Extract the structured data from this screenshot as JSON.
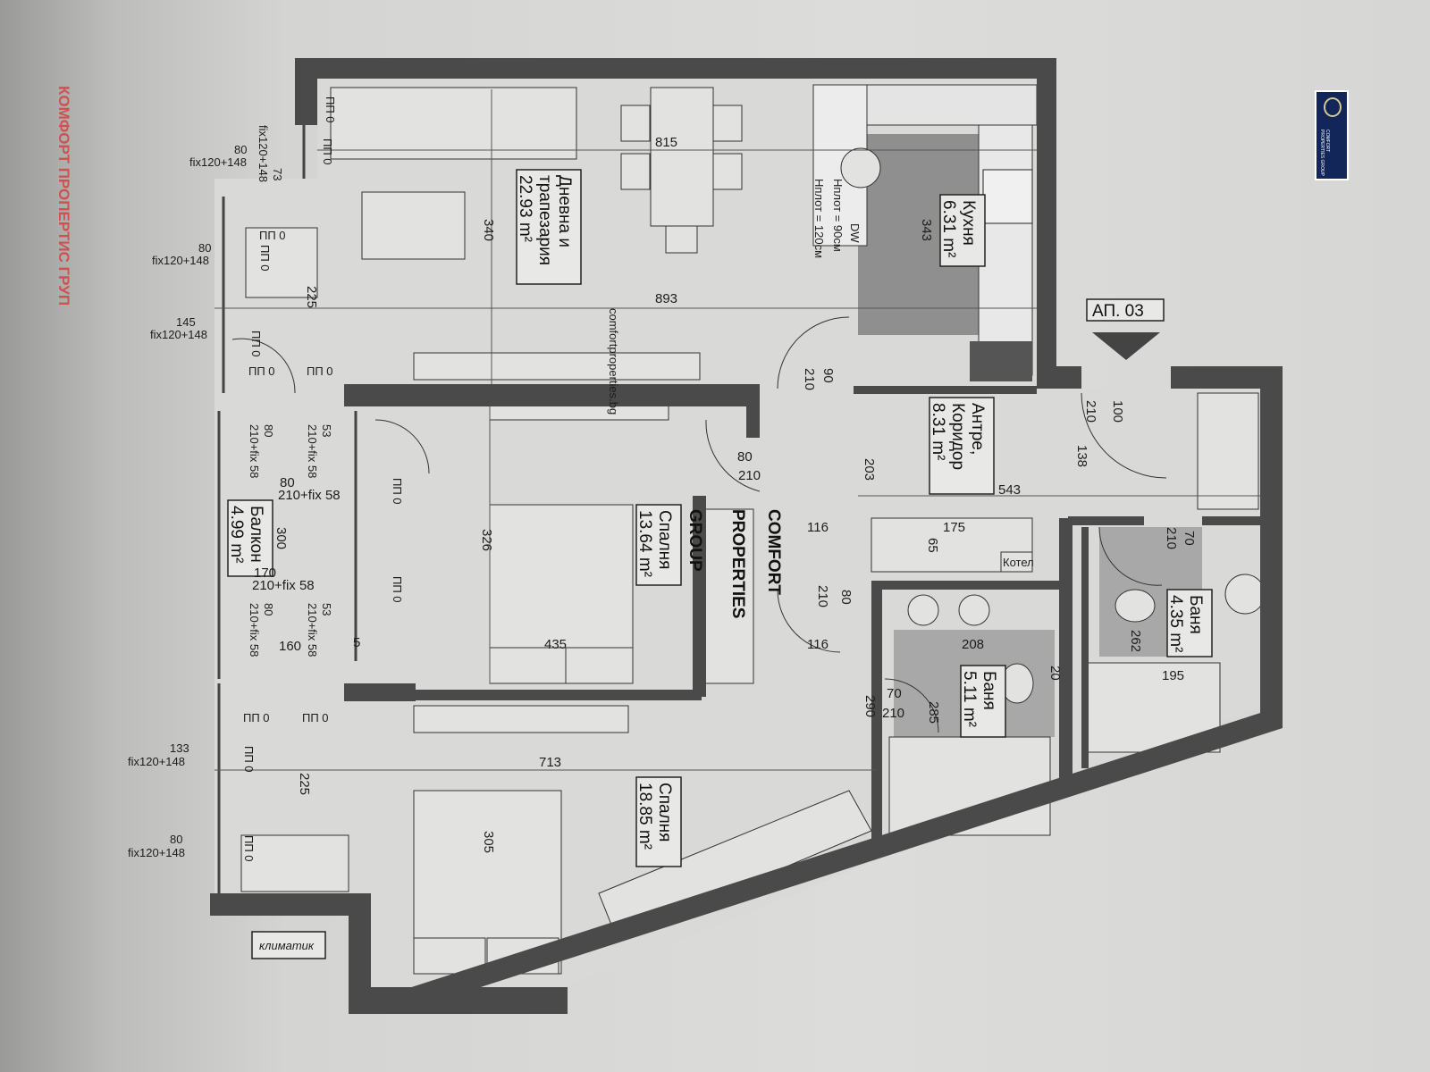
{
  "watermark_side": "КОМФОРТ ПРОПЕРТИС ГРУП",
  "watermark_center": [
    "COMFORT",
    "PROPERTIES",
    "GROUP",
    "comfortproperties.bg"
  ],
  "logo": {
    "text": "COMFORT PROPERTIES GROUP",
    "color": "#13265a"
  },
  "apartment_label": "АП. 03",
  "rooms": [
    {
      "name": "Дневна и",
      "name2": "трапезария",
      "area": "22.93 m²"
    },
    {
      "name": "Кухня",
      "area": "6.31 m²"
    },
    {
      "name": "Антре,",
      "name2": "Коридор",
      "area": "8.31 m²"
    },
    {
      "name": "Спалня",
      "area": "13.64 m²"
    },
    {
      "name": "Балкон",
      "area": "4.99 m²"
    },
    {
      "name": "Баня",
      "area": "5.11 m²"
    },
    {
      "name": "Баня",
      "area": "4.35 m²"
    },
    {
      "name": "Спалня",
      "area": "18.85 m²"
    }
  ],
  "labels": {
    "ac_unit": "климатик",
    "boiler": "Котел",
    "dishwasher": "DW",
    "counter_h1": "Hплот = 90см",
    "counter_h2": "Hплот = 120см",
    "door_code": "ПП 0"
  },
  "dimensions": [
    "815",
    "340",
    "893",
    "343",
    "225",
    "90",
    "210",
    "100",
    "210",
    "138",
    "203",
    "543",
    "80",
    "210",
    "116",
    "175",
    "65",
    "326",
    "300",
    "435",
    "210",
    "80",
    "116",
    "208",
    "20",
    "262",
    "195",
    "70",
    "210",
    "70",
    "210",
    "285",
    "290",
    "713",
    "225",
    "305",
    "160",
    "5",
    "170",
    "210+fix 58",
    "80",
    "210+fix 58",
    "80",
    "210+fix 58",
    "53",
    "210+fix 58",
    "80",
    "210+fix 58",
    "53",
    "210+fix 58"
  ],
  "windows": [
    {
      "w": "80",
      "h": "fix120+148"
    },
    {
      "w": "80",
      "h": "fix120+148"
    },
    {
      "w": "145",
      "h": "fix120+148"
    },
    {
      "w": "133",
      "h": "fix120+148"
    },
    {
      "w": "80",
      "h": "fix120+148"
    },
    {
      "w": "73",
      "h": "fix120+148"
    }
  ]
}
